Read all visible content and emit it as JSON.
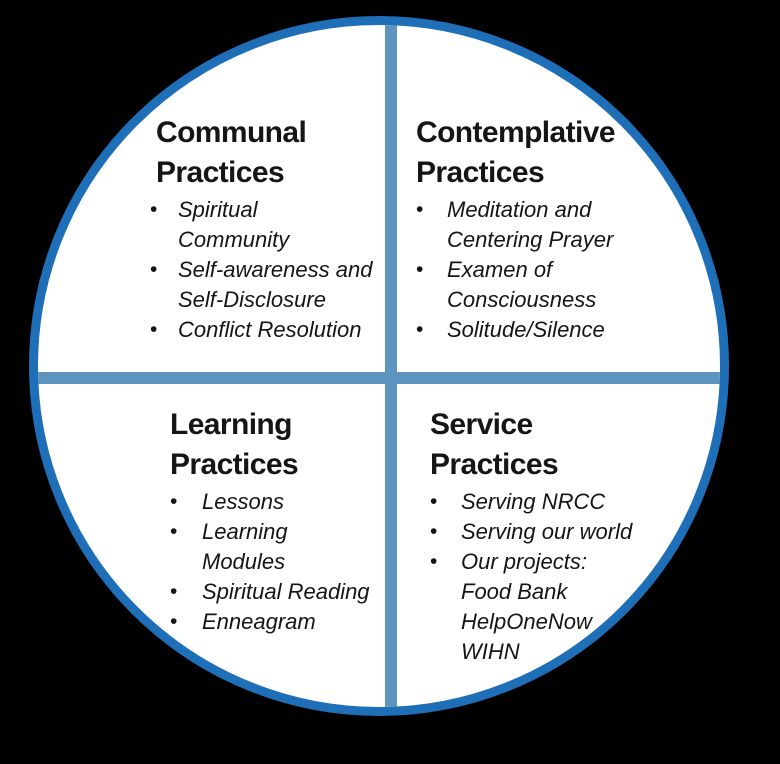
{
  "glyphs": {
    "bullet": "•"
  },
  "colors": {
    "background": "#000000",
    "circle_fill": "#ffffff",
    "ring": "#1e6fb8",
    "divider": "#5e94c0",
    "text": "#151515"
  },
  "quadrants": {
    "communal": {
      "title_line1": "Communal",
      "title_line2": "Practices",
      "bullets": [
        [
          "Spiritual",
          "Community"
        ],
        [
          "Self-awareness and",
          "Self-Disclosure"
        ],
        [
          "Conflict Resolution"
        ]
      ]
    },
    "contemplative": {
      "title_line1": "Contemplative",
      "title_line2": "Practices",
      "bullets": [
        [
          "Meditation and",
          "Centering Prayer"
        ],
        [
          "Examen of",
          "Consciousness"
        ],
        [
          "Solitude/Silence"
        ]
      ]
    },
    "learning": {
      "title_line1": "Learning",
      "title_line2": "Practices",
      "bullets": [
        [
          "Lessons"
        ],
        [
          "Learning",
          "Modules"
        ],
        [
          "Spiritual Reading"
        ],
        [
          "Enneagram"
        ]
      ]
    },
    "service": {
      "title_line1": "Service",
      "title_line2": "Practices",
      "bullets": [
        [
          "Serving NRCC"
        ],
        [
          "Serving our world"
        ],
        [
          "Our projects:",
          "Food Bank",
          "HelpOneNow",
          "WIHN"
        ]
      ]
    }
  }
}
